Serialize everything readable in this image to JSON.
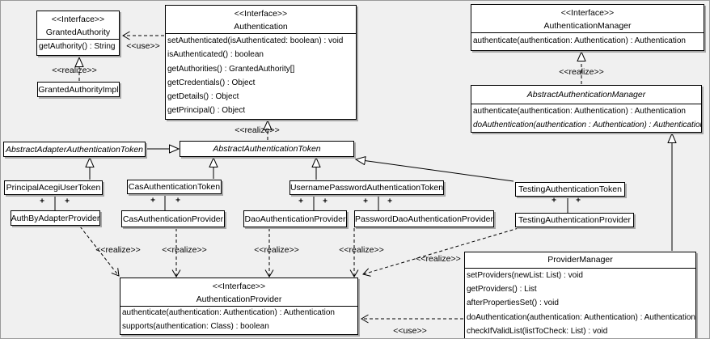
{
  "diagram": {
    "background_color": "#f0f0f0",
    "box_fill_color": "#ffffff",
    "line_color": "#000000",
    "shadow_color": "#a8a8a8"
  },
  "labels": {
    "realize": "<<realize>>",
    "use": "<<use>>",
    "plus": "+"
  },
  "classes": {
    "granted_authority": {
      "stereotype": "<<Interface>>",
      "name": "GrantedAuthority",
      "methods": [
        "getAuthority() : String"
      ]
    },
    "granted_authority_impl": {
      "name": "GrantedAuthorityImpl"
    },
    "authentication": {
      "stereotype": "<<Interface>>",
      "name": "Authentication",
      "methods": [
        "setAuthenticated(isAuthenticated: boolean) : void",
        "isAuthenticated() : boolean",
        "getAuthorities() : GrantedAuthority[]",
        "getCredentials() : Object",
        "getDetails() : Object",
        "getPrincipal() : Object"
      ]
    },
    "authentication_manager": {
      "stereotype": "<<Interface>>",
      "name": "AuthenticationManager",
      "methods": [
        "authenticate(authentication: Authentication) : Authentication"
      ]
    },
    "abstract_authentication_manager": {
      "name": "AbstractAuthenticationManager",
      "methods": [
        "authenticate(authentication: Authentication) : Authentication",
        "doAuthentication(authentication : Authentication) : Authentication"
      ]
    },
    "abstract_adapter_authentication_token": {
      "name": "AbstractAdapterAuthenticationToken"
    },
    "abstract_authentication_token": {
      "name": "AbstractAuthenticationToken"
    },
    "principal_acegi_user_token": {
      "name": "PrincipalAcegiUserToken"
    },
    "auth_by_adapter_provider": {
      "name": "AuthByAdapterProvider"
    },
    "cas_authentication_token": {
      "name": "CasAuthenticationToken"
    },
    "cas_authentication_provider": {
      "name": "CasAuthenticationProvider"
    },
    "username_password_authentication_token": {
      "name": "UsernamePasswordAuthenticationToken"
    },
    "dao_authentication_provider": {
      "name": "DaoAuthenticationProvider"
    },
    "password_dao_authentication_provider": {
      "name": "PasswordDaoAuthenticationProvider"
    },
    "testing_authentication_token": {
      "name": "TestingAuthenticationToken"
    },
    "testing_authentication_provider": {
      "name": "TestingAuthenticationProvider"
    },
    "provider_manager": {
      "name": "ProviderManager",
      "methods": [
        "setProviders(newList: List) : void",
        "getProviders() : List",
        "afterPropertiesSet() : void",
        "doAuthentication(authentication: Authentication) : Authentication",
        "checkIfValidList(listToCheck: List) : void"
      ]
    },
    "authentication_provider": {
      "stereotype": "<<Interface>>",
      "name": "AuthenticationProvider",
      "methods": [
        "authenticate(authentication: Authentication) : Authentication",
        "supports(authentication: Class) : boolean"
      ]
    }
  }
}
